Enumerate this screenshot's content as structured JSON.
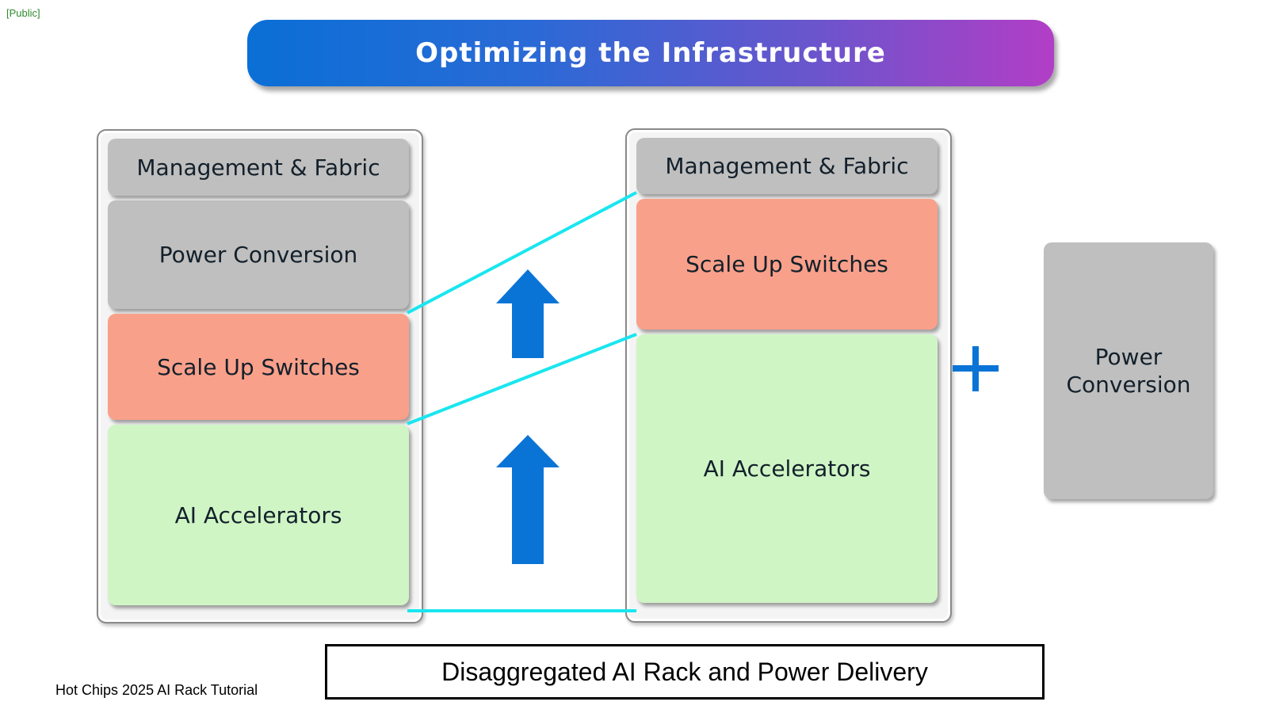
{
  "classification_tag": "[Public]",
  "title": "Optimizing the Infrastructure",
  "left_rack": {
    "blocks": [
      {
        "label": "Management & Fabric",
        "color": "#bfbfbf"
      },
      {
        "label": "Power Conversion",
        "color": "#bfbfbf"
      },
      {
        "label": "Scale Up Switches",
        "color": "#f9a08a"
      },
      {
        "label": "AI Accelerators",
        "color": "#d0f5c5"
      }
    ]
  },
  "right_rack": {
    "blocks": [
      {
        "label": "Management & Fabric",
        "color": "#bfbfbf"
      },
      {
        "label": "Scale Up Switches",
        "color": "#f9a08a"
      },
      {
        "label": "AI Accelerators",
        "color": "#d0f5c5"
      }
    ]
  },
  "plus_symbol": "+",
  "external_block": {
    "label_line1": "Power",
    "label_line2": "Conversion",
    "color": "#bfbfbf"
  },
  "caption": "Disaggregated AI Rack and Power Delivery",
  "footer": "Hot Chips 2025 AI Rack Tutorial",
  "colors": {
    "arrow": "#0a74d6",
    "connector": "#19e6f0",
    "banner_start": "#0a6fd6",
    "banner_end": "#b23ec6"
  }
}
